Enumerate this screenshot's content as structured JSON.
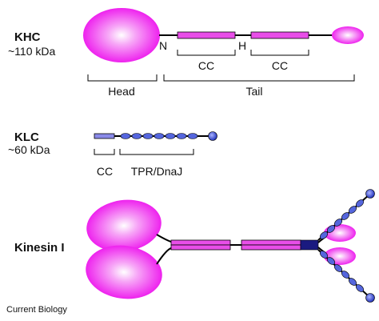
{
  "colors": {
    "head_fill": "#f03cf0",
    "rod_fill": "#e84ee8",
    "klc_cc_fill": "#8a8ae8",
    "bead_fill": "#5566dd",
    "dark_block": "#1a1a80"
  },
  "khc": {
    "title": "KHC",
    "mass": "~110 kDa",
    "n_label": "N",
    "h_label": "H",
    "cc1": "CC",
    "cc2": "CC",
    "head": "Head",
    "tail": "Tail"
  },
  "klc": {
    "title": "KLC",
    "mass": "~60 kDa",
    "cc": "CC",
    "tpr": "TPR/DnaJ"
  },
  "kinesin": {
    "title": "Kinesin I"
  },
  "credit": "Current Biology"
}
